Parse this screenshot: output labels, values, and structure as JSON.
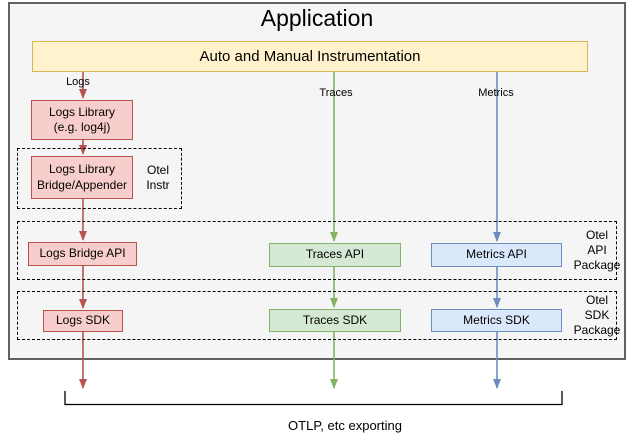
{
  "colors": {
    "app_bg": "#f5f5f5",
    "app_border": "#616161",
    "yellow_fill": "#fff2cc",
    "yellow_border": "#d6b656",
    "pink_fill": "#f8cecc",
    "pink_border": "#b85450",
    "green_fill": "#d5e8d4",
    "green_border": "#82b366",
    "blue_fill": "#dae8fc",
    "blue_border": "#6c8ebf",
    "arrow_red": "#b85450",
    "arrow_green": "#82b366",
    "arrow_blue": "#6c8ebf"
  },
  "diagram": {
    "title": "Application",
    "instrumentation": "Auto and Manual Instrumentation",
    "flows": {
      "logs": "Logs",
      "traces": "Traces",
      "metrics": "Metrics"
    },
    "logs_library": {
      "line1": "Logs Library",
      "line2": "(e.g. log4j)"
    },
    "bridge_appender": {
      "line1": "Logs Library",
      "line2": "Bridge/Appender"
    },
    "otel_instr": {
      "line1": "Otel",
      "line2": "Instr"
    },
    "api_row": {
      "logs": "Logs Bridge API",
      "traces": "Traces API",
      "metrics": "Metrics API"
    },
    "api_package": {
      "line1": "Otel",
      "line2": "API",
      "line3": "Package"
    },
    "sdk_row": {
      "logs": "Logs SDK",
      "traces": "Traces SDK",
      "metrics": "Metrics SDK"
    },
    "sdk_package": {
      "line1": "Otel",
      "line2": "SDK",
      "line3": "Package"
    },
    "exporting": "OTLP, etc exporting"
  }
}
